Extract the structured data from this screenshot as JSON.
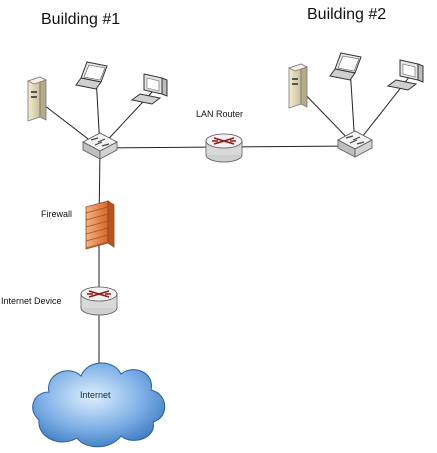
{
  "buildings": {
    "left_title": "Building #1",
    "right_title": "Building #2"
  },
  "labels": {
    "lan_router": "LAN Router",
    "firewall": "Firewall",
    "internet_device": "Internet Device",
    "internet": "Internet"
  },
  "nodes": [
    {
      "id": "server-1",
      "kind": "server",
      "icon": "server-icon"
    },
    {
      "id": "laptop-1",
      "kind": "laptop",
      "icon": "laptop-icon"
    },
    {
      "id": "desktop-1",
      "kind": "desktop",
      "icon": "desktop-icon"
    },
    {
      "id": "switch-1",
      "kind": "switch",
      "icon": "switch-icon"
    },
    {
      "id": "lan-router",
      "kind": "router",
      "icon": "router-icon"
    },
    {
      "id": "switch-2",
      "kind": "switch",
      "icon": "switch-icon"
    },
    {
      "id": "server-2",
      "kind": "server",
      "icon": "server-icon"
    },
    {
      "id": "laptop-2",
      "kind": "laptop",
      "icon": "laptop-icon"
    },
    {
      "id": "desktop-2",
      "kind": "desktop",
      "icon": "desktop-icon"
    },
    {
      "id": "firewall",
      "kind": "firewall",
      "icon": "firewall-icon"
    },
    {
      "id": "internet-device",
      "kind": "router",
      "icon": "router-icon"
    },
    {
      "id": "internet",
      "kind": "cloud",
      "icon": "cloud-icon"
    }
  ],
  "edges": [
    [
      "switch-1",
      "server-1"
    ],
    [
      "switch-1",
      "laptop-1"
    ],
    [
      "switch-1",
      "desktop-1"
    ],
    [
      "switch-1",
      "lan-router"
    ],
    [
      "lan-router",
      "switch-2"
    ],
    [
      "switch-2",
      "server-2"
    ],
    [
      "switch-2",
      "laptop-2"
    ],
    [
      "switch-2",
      "desktop-2"
    ],
    [
      "switch-1",
      "firewall"
    ],
    [
      "firewall",
      "internet-device"
    ],
    [
      "internet-device",
      "internet"
    ]
  ],
  "colors": {
    "line": "#222222",
    "device_gray": "#d9d9d9",
    "firewall_orange": "#e8864a",
    "cloud_blue": "#4a87c9",
    "router_x": "#8b1a1a"
  }
}
